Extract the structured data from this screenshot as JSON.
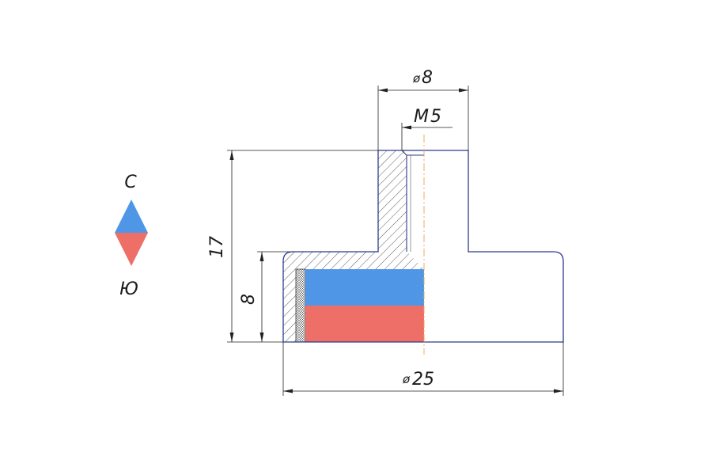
{
  "legend": {
    "north_label": "С",
    "south_label": "Ю"
  },
  "dimensions": {
    "stud_diameter": "8",
    "thread": "M5",
    "total_height": "17",
    "cup_height": "8",
    "cup_diameter": "25"
  },
  "colors": {
    "north": "#4f97e6",
    "south": "#ee6f68",
    "outline": "#2b3b8f",
    "line": "#222222",
    "axis": "#f0a050"
  }
}
